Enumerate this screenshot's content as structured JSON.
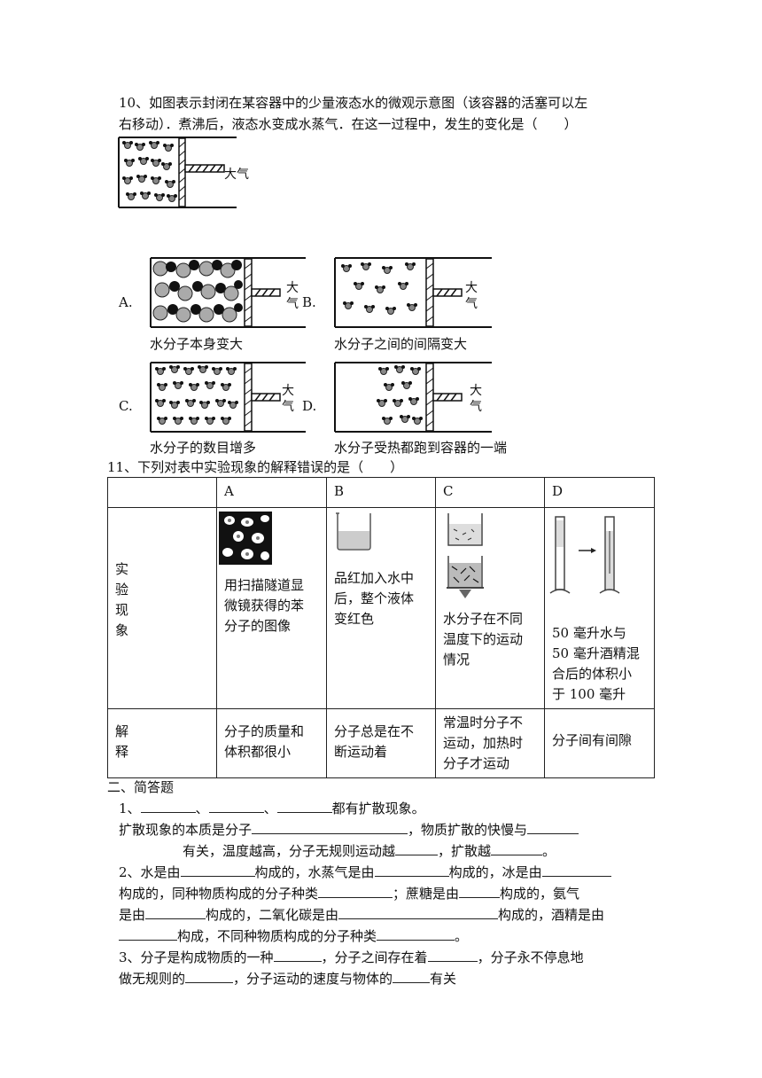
{
  "q10": {
    "line1": "10、如图表示封闭在某容器中的少量液态水的微观示意图（该容器的活塞可以左",
    "line2": "右移动）．煮沸后，液态水变成水蒸气．在这一过程中，发生的变化是（　　）",
    "atmosphere": "大气",
    "atm_top": "大",
    "atm_bottom": "气",
    "options": [
      {
        "letter": "A.",
        "caption": "水分子本身变大"
      },
      {
        "letter": "B.",
        "caption": "水分子之间的间隔变大"
      },
      {
        "letter": "C.",
        "caption": "水分子的数目增多"
      },
      {
        "letter": "D.",
        "caption": "水分子受热都跑到容器的一端"
      }
    ]
  },
  "q11": {
    "title": "11、下列对表中实验现象的解释错误的是（　　）",
    "headers": [
      "",
      "A",
      "B",
      "C",
      "D"
    ],
    "row1_label": [
      "实",
      "验",
      "现",
      "象"
    ],
    "row2_label": [
      "解",
      "释"
    ],
    "phenomena": {
      "A": [
        "用扫描隧道显",
        "微镜获得的苯",
        "分子的图像"
      ],
      "B": [
        "品红加入水中",
        "后，整个液体",
        "变红色"
      ],
      "C": [
        "水分子在不同",
        "温度下的运动",
        "情况"
      ],
      "D": [
        "50 毫升水与",
        "50 毫升酒精混",
        "合后的体积小",
        "于 100 毫升"
      ]
    },
    "explanations": {
      "A": [
        "分子的质量和",
        "体积都很小"
      ],
      "B": [
        "分子总是在不",
        "断运动着"
      ],
      "C": [
        "常温时分子不",
        "运动，加热时",
        "分子才运动"
      ],
      "D": [
        "分子间有间隙"
      ]
    }
  },
  "section2": {
    "title": "二、简答题",
    "q1_a": "1、",
    "q1_sep": "、",
    "q1_end": "都有扩散现象。",
    "q1_line2_a": "扩散现象的本质是分子",
    "q1_line2_b": "，物质扩散的快慢与",
    "q1_line3_a": "有关，温度越高，分子无规则运动越",
    "q1_line3_b": "，扩散越",
    "q1_line3_c": "。",
    "q2_l1_a": "2、水是由",
    "q2_l1_b": "构成的，水蒸气是由",
    "q2_l1_c": "构成的，冰是由",
    "q2_l2_a": "构成的，同种物质构成的分子种类",
    "q2_l2_b": "；蔗糖是由",
    "q2_l2_c": "构成的，氨气",
    "q2_l3_a": "是由",
    "q2_l3_b": "构成的，二氧化碳是由",
    "q2_l3_c": "构成的，酒精是由",
    "q2_l4_a": "构成，不同种物质构成的分子种类",
    "q2_l4_b": "。",
    "q3_l1_a": "3、分子是构成物质的一种",
    "q3_l1_b": "，分子之间存在着",
    "q3_l1_c": "，分子永不停息地",
    "q3_l2_a": "做无规则的",
    "q3_l2_b": "，分子运动的速度与物体的",
    "q3_l2_c": "有关"
  }
}
